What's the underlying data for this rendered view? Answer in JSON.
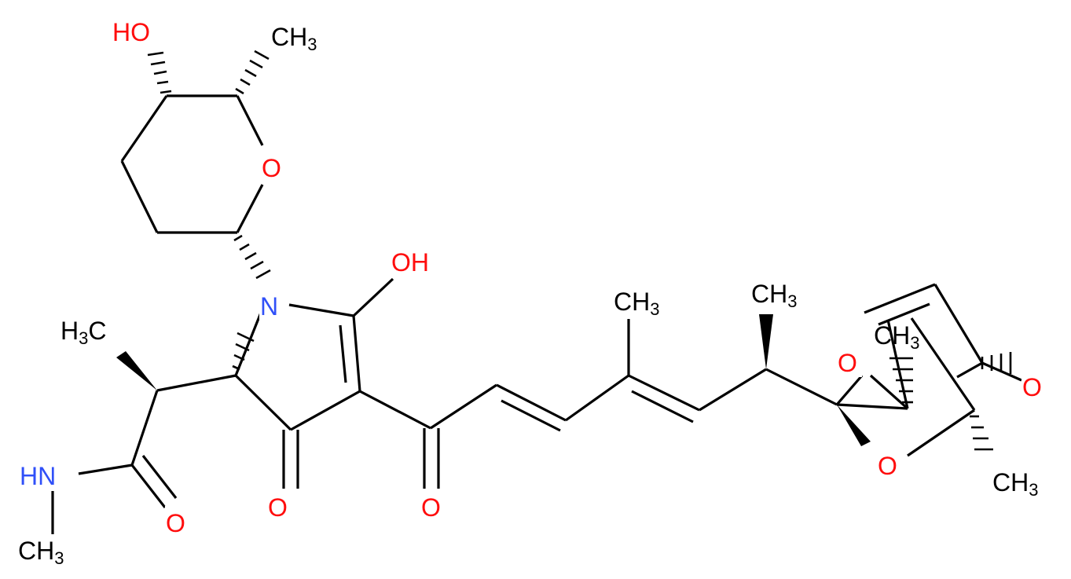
{
  "colors": {
    "bond": "#000000",
    "carbon_label": "#000000",
    "oxygen": "#ff0d0d",
    "nitrogen": "#3050f8"
  },
  "atoms": {
    "oh_top": {
      "main": "HO",
      "sub": ""
    },
    "ch3_top": {
      "main": "CH",
      "sub": "3"
    },
    "o_ring_pyran": {
      "main": "O",
      "sub": ""
    },
    "oh_mid": {
      "main": "OH",
      "sub": ""
    },
    "n_ring": {
      "main": "N",
      "sub": ""
    },
    "h3c_left": {
      "main": "H",
      "sub": "3",
      "tail": "C"
    },
    "o_keto_ring": {
      "main": "O",
      "sub": ""
    },
    "nh": {
      "main": "HN",
      "sub": ""
    },
    "o_amide": {
      "main": "O",
      "sub": ""
    },
    "ch3_nmethyl": {
      "main": "CH",
      "sub": "3"
    },
    "o_keto_chain": {
      "main": "O",
      "sub": ""
    },
    "ch3_vinyl": {
      "main": "CH",
      "sub": "3"
    },
    "ch3_stereo": {
      "main": "CH",
      "sub": "3"
    },
    "o_bicyclic_a": {
      "main": "O",
      "sub": ""
    },
    "ch3_bicyclic_top": {
      "main": "CH",
      "sub": "3"
    },
    "o_bicyclic_b": {
      "main": "O",
      "sub": ""
    },
    "o_bicyclic_c": {
      "main": "O",
      "sub": ""
    },
    "ch3_bicyclic_bottom": {
      "main": "CH",
      "sub": "3"
    }
  }
}
